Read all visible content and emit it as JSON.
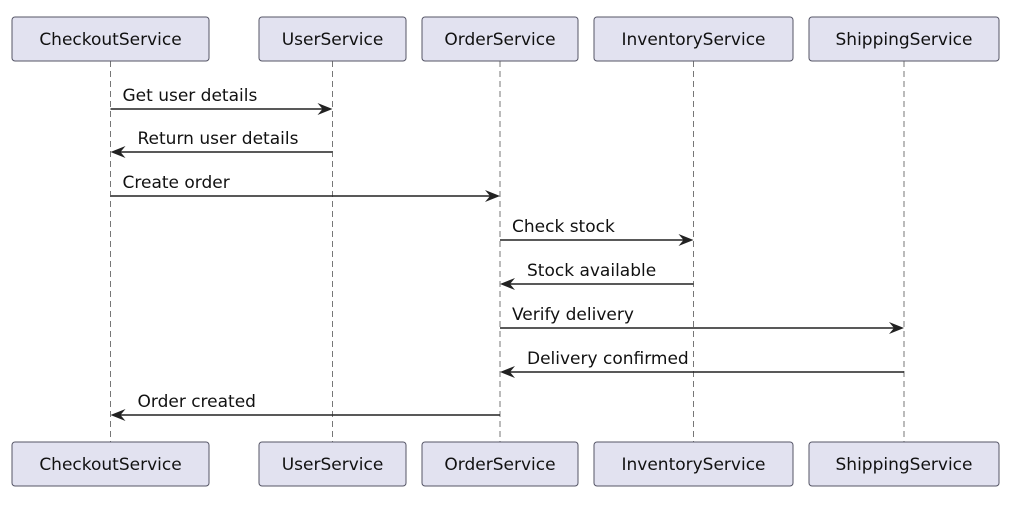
{
  "participants": [
    {
      "id": "checkout",
      "label": "CheckoutService"
    },
    {
      "id": "user",
      "label": "UserService"
    },
    {
      "id": "order",
      "label": "OrderService"
    },
    {
      "id": "inventory",
      "label": "InventoryService"
    },
    {
      "id": "shipping",
      "label": "ShippingService"
    }
  ],
  "messages": [
    {
      "from": "checkout",
      "to": "user",
      "label": "Get user details"
    },
    {
      "from": "user",
      "to": "checkout",
      "label": "Return user details"
    },
    {
      "from": "checkout",
      "to": "order",
      "label": "Create order"
    },
    {
      "from": "order",
      "to": "inventory",
      "label": "Check stock"
    },
    {
      "from": "inventory",
      "to": "order",
      "label": "Stock available"
    },
    {
      "from": "order",
      "to": "shipping",
      "label": "Verify delivery"
    },
    {
      "from": "shipping",
      "to": "order",
      "label": "Delivery confirmed"
    },
    {
      "from": "order",
      "to": "checkout",
      "label": "Order created"
    }
  ]
}
